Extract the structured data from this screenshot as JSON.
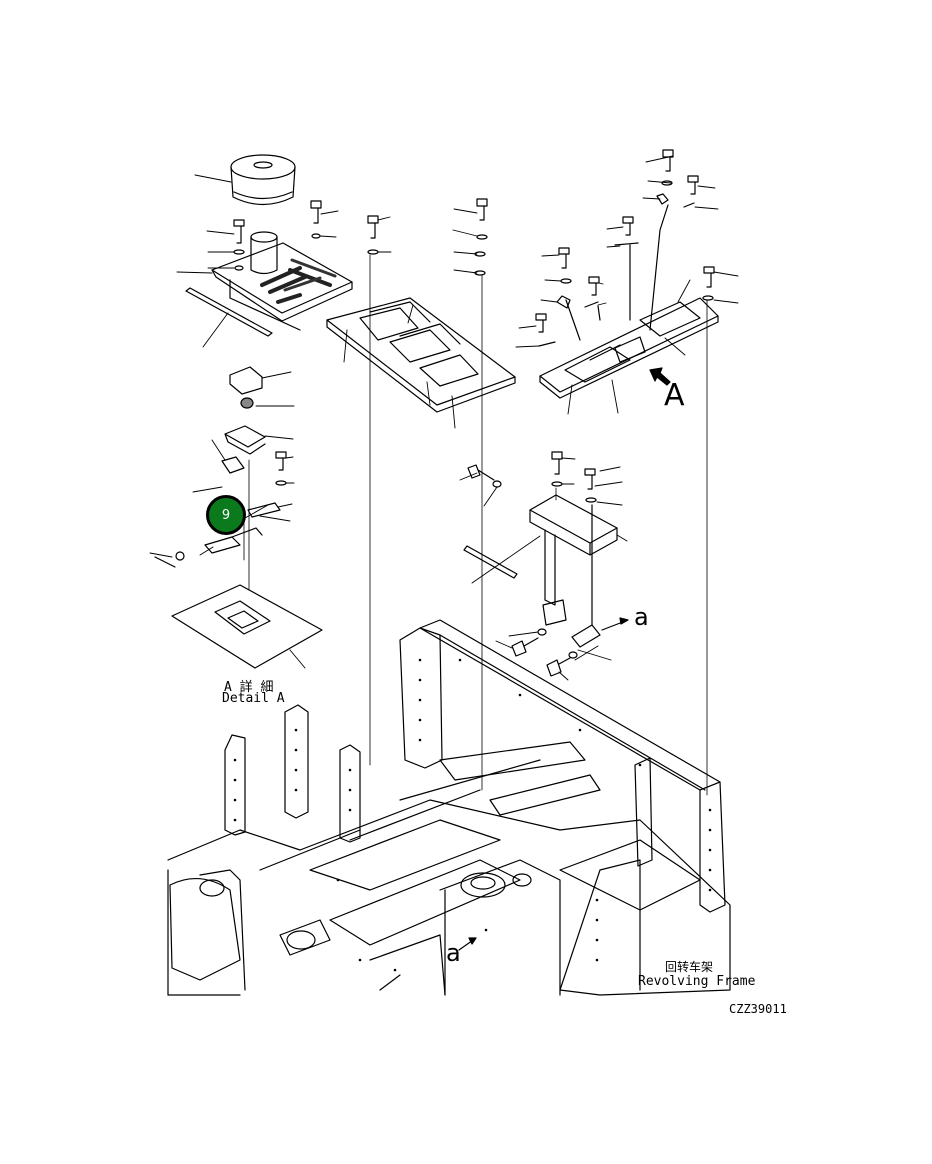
{
  "callout": {
    "label": "9",
    "color": "#0b7a1c"
  },
  "view_marker": {
    "letter": "A"
  },
  "detail": {
    "jp": "A 詳 細",
    "en": "Detail A"
  },
  "arrow_a": "a",
  "arrow_a2": "a",
  "frame": {
    "jp": "回转车架",
    "en": "Revolving Frame"
  },
  "drawing_no": "CZZ39011"
}
